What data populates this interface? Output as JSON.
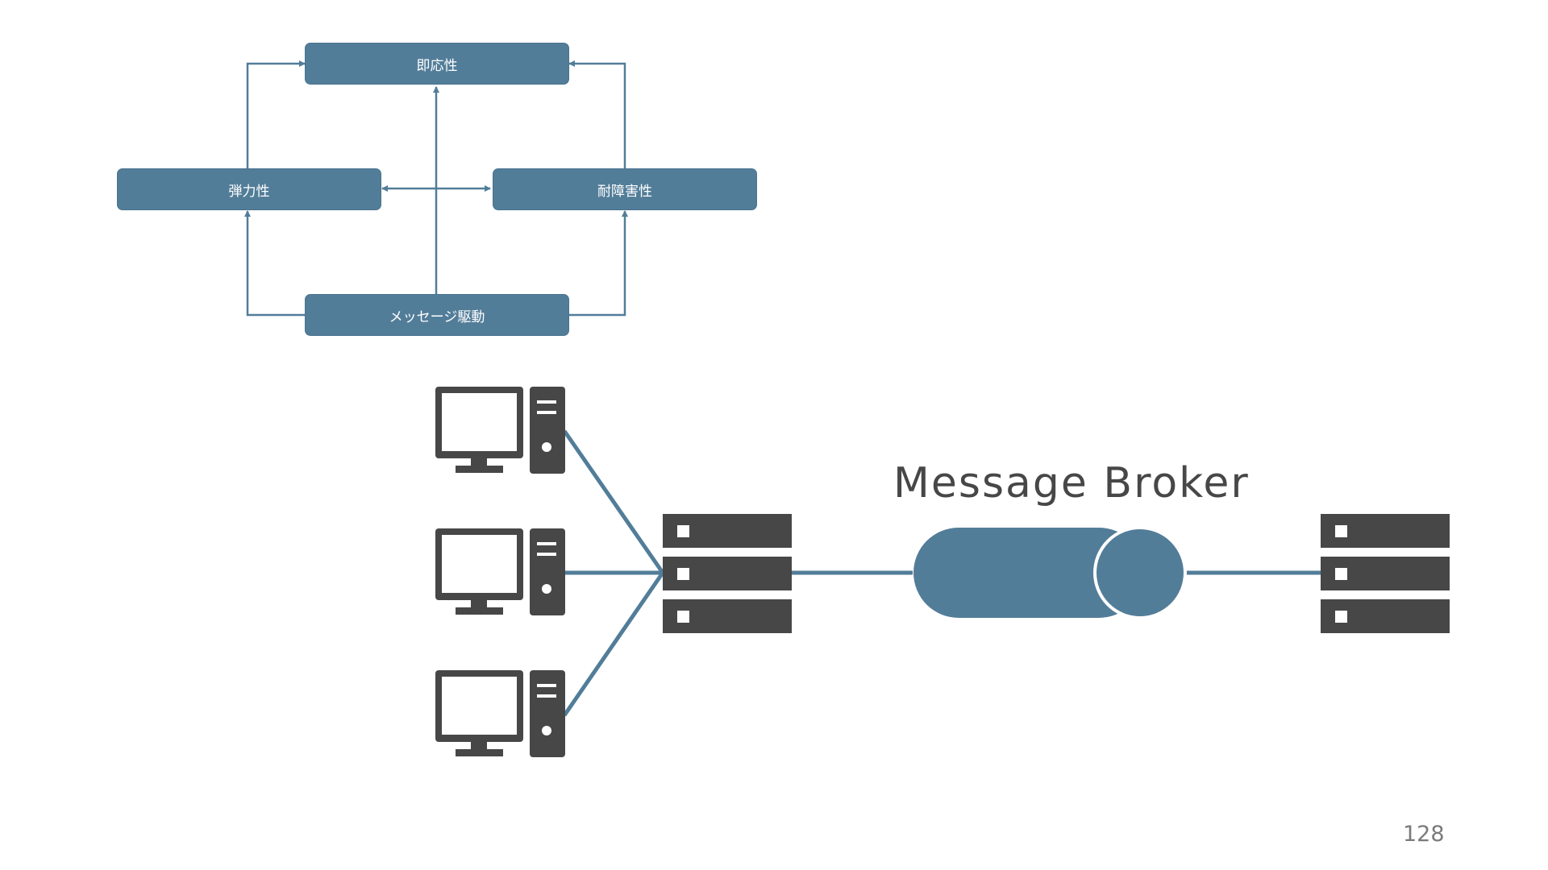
{
  "diagram": {
    "nodes": {
      "responsive": "即応性",
      "elastic": "弾力性",
      "resilient": "耐障害性",
      "message_driven": "メッセージ駆動"
    }
  },
  "broker": {
    "label": "Message Broker"
  },
  "page_number": "128",
  "colors": {
    "accent": "#527d99",
    "icon": "#474747",
    "background": "#ffffff"
  },
  "icons": [
    "desktop-computer-icon",
    "server-rack-icon",
    "message-queue-cylinder-icon"
  ]
}
